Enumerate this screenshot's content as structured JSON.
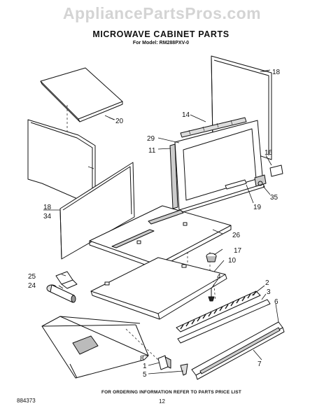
{
  "watermark": "AppliancePartsPros.com",
  "title": "MICROWAVE CABINET PARTS",
  "subtitle": "For Model: RM288PXV-0",
  "footer_note": "FOR ORDERING INFORMATION REFER TO PARTS PRICE LIST",
  "document_number": "884373",
  "page_number": "12",
  "fine_print_left": "",
  "fine_print_right": "",
  "callouts": {
    "c18_top": "18",
    "c20": "20",
    "c14": "14",
    "c29": "29",
    "c11": "11",
    "c16": "16",
    "c35": "35",
    "c19": "19",
    "c18_left": "18",
    "c34": "34",
    "c26": "26",
    "c17": "17",
    "c10": "10",
    "c4": "4",
    "c25": "25",
    "c24": "24",
    "c2": "2",
    "c3": "3",
    "c6": "6",
    "c8": "8",
    "c1": "1",
    "c5": "5",
    "c7": "7"
  }
}
